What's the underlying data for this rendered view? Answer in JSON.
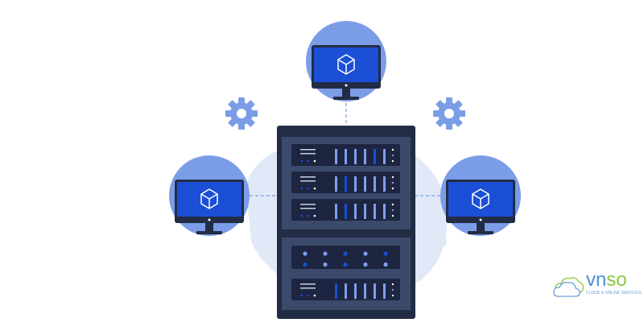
{
  "logo": {
    "word_a": "vn",
    "word_b": "so",
    "tagline": "CLOUD & ONLINE SERVICES"
  },
  "colors": {
    "circle": "#7b9de8",
    "screen": "#1a4fd6",
    "rack_outer": "#232c45",
    "rack_inner": "#3b4a6b",
    "unit": "#1d2540",
    "globe": "#e1e8f8",
    "led_light": "#7f9fea",
    "led_blue": "#1450d8"
  },
  "icons": [
    "monitor-cube-icon",
    "gear-icon",
    "server-rack-icon",
    "globe-icon",
    "cloud-logo-icon"
  ]
}
